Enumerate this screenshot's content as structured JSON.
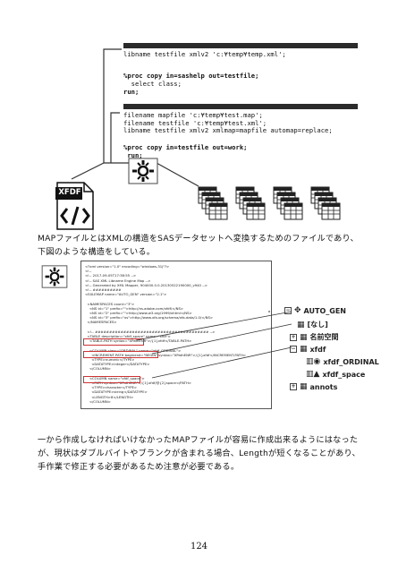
{
  "code": {
    "block1_line": "libname testfile xmlv2 'c:¥temp¥temp.xml';",
    "block2_lines": [
      "%proc copy in=sashelp out=testfile;",
      "  select class;",
      "run;"
    ],
    "block3_lines": [
      "filename mapfile 'c:¥temp¥test.map';",
      "filename testfile 'c:¥temp¥test.xml';"
    ],
    "block4_line": "libname testfile xmlv2 xmlmap=mapfile automap=replace;",
    "block5_lines": [
      "%proc copy in=testfile out=work;",
      " run;"
    ]
  },
  "xfdf_label": "XFDF",
  "paragraph1": "MAPファイルとはXMLの構造をSASデータセットへ変換するためのファイルであり、下図のような構造をしている。",
  "xml_lines": [
    "<?xml version=\"1.0\" encoding=\"windows-31j\"?>",
    "<!--",
    "<!-- 2017-09-05T17:38:55 -->",
    "<!-- SAS XML Libname Engine Map -->",
    "<!-- Generated by XML Mapper, 904000.0.0.20130522190000_v940 -->",
    "<!-- ##########",
    "<SXLEMAP name=\"AUTO_GEN\" version=\"2.1\">",
    "",
    "  <NAMESPACES count=\"3\">",
    "    <NS id=\"1\" prefix=\"\">http://ns.adobe.com/xfdf/</NS>",
    "    <NS id=\"2\" prefix=\"\">http://www.w3.org/1999/xhtml</NS>",
    "    <NS id=\"3\" prefix=\"xs\">http://www.xfa.org/schema/xfa-data/1.0/</NS>",
    "  </NAMESPACES>",
    "",
    "  <!-- ######################################## -->",
    "  <TABLE description=\"xfdf_space\" name=\"xfdf\">",
    "    <TABLE-PATH syntax=\"XPathENR\">/{1}xfdf</TABLE-PATH>",
    "",
    "    <COLUMN class=\"ORDINAL\" name=\"xfdf_ORDINAL\">",
    "      <INCREMENT-PATH beginend=\"BEGIN\" syntax=\"XPathENR\">/{1}xfdf</INCREMENT-PATH>",
    "      <TYPE>numeric</TYPE>",
    "      <DATATYPE>integer</DATATYPE>",
    "    </COLUMN>",
    "",
    "    <COLUMN name=\"xfdf_space\">",
    "      <PATH syntax=\"XPathENR\">/{1}xfdf/@{2}space</PATH>",
    "      <TYPE>character</TYPE>",
    "      <DATATYPE>string</DATATYPE>",
    "      <LENGTH>8</LENGTH>",
    "    </COLUMN>",
    "",
    "  </TABLE>"
  ],
  "tree": {
    "root": "AUTO_GEN",
    "items": [
      "[なし]",
      "名前空間",
      "xfdf",
      "xfdf_ORDINAL",
      "xfdf_space",
      "annots"
    ]
  },
  "paragraph2": "一から作成しなければいけなかったMAPファイルが容易に作成出来るようにはなったが、現状はダブルバイトやブランクが含まれる場合、Lengthが短くなることがあり、手作業で修正する必要があるため注意が必要である。",
  "page_number": "124"
}
